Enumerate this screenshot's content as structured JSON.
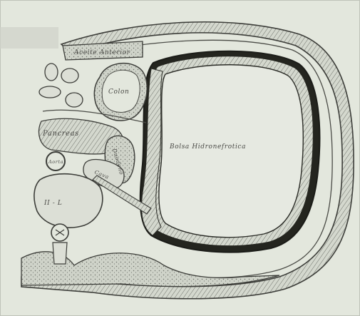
{
  "figure": {
    "labels": {
      "wall": "Aceite Anterior",
      "colon": "Colon",
      "sac": "Bolsa Hidronefrotica",
      "pancreas": "Pancreas",
      "duodeno": "Duodeno",
      "cava": "Cava",
      "aorta": "Aorta",
      "vertebra": "II - L"
    },
    "colors": {
      "paper": "#e3e7dd",
      "ink": "#3c3d39",
      "fill": "#c9cdc3"
    }
  }
}
